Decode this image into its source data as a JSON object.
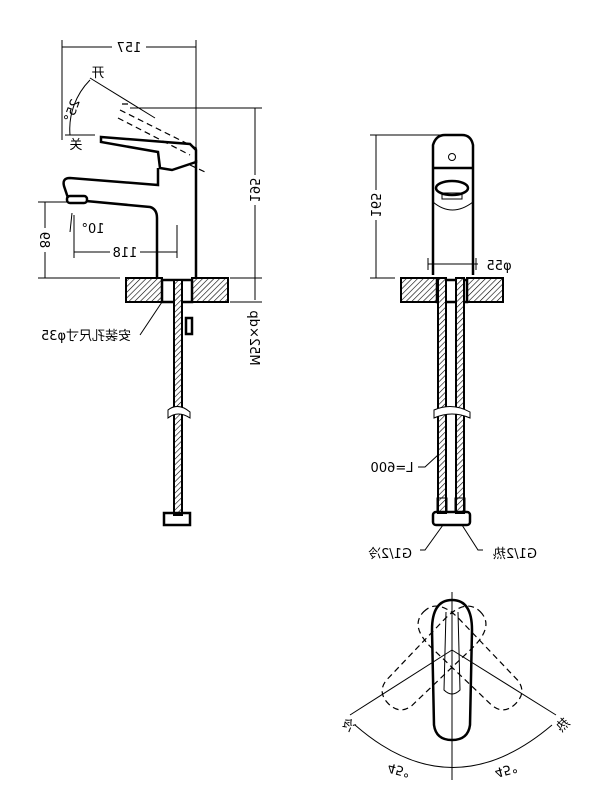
{
  "side_view": {
    "dim_width": "157",
    "label_open": "开",
    "label_closed": "关",
    "lever_angle": "25°",
    "dim_height": "195",
    "dim_spout_height": "89",
    "spout_angle": "10°",
    "dim_reach": "118",
    "mount_hole": "安装孔尺寸φ35",
    "thread": "M52×dp"
  },
  "front_view": {
    "dim_height": "165",
    "dim_base_dia": "φ55",
    "hose_length": "L=600",
    "cold_inlet": "G1/2冷",
    "hot_inlet": "G1/2热"
  },
  "top_view": {
    "label_cold": "冷",
    "label_hot": "热",
    "angle_left": "45°",
    "angle_right": "45°"
  }
}
